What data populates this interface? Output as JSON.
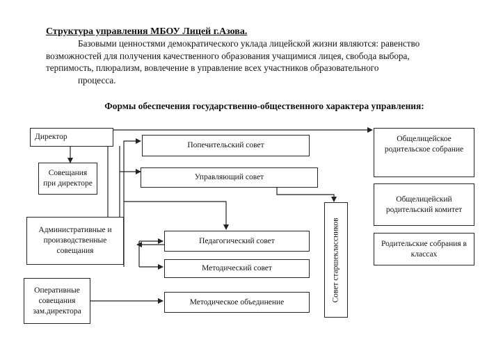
{
  "header": {
    "title": "Структура управления МБОУ Лицей г.Азова.",
    "paragraph_lines": [
      "Базовыми ценностями демократического уклада лицейской жизни являются: равенство",
      "возможностей для получения качественного образования учащимися лицея, свобода выбора,",
      "терпимость, плюрализм, вовлечение в управление всех участников образовательного",
      "процесса."
    ],
    "subtitle": "Формы обеспечения государственно-общественного характера управления:"
  },
  "nodes": {
    "director": "Директор",
    "meetings_director": "Совещания при директоре",
    "admin_meetings": "Административные и производственные совещания",
    "operational_meetings": "Оперативные совещания зам.директора",
    "board_trustees": "Попечительский совет",
    "governing_council": "Управляющий совет",
    "pedagogical_council": "Педагогический совет",
    "methodical_council": "Методический  совет",
    "methodical_association": "Методическое объединение",
    "senior_students_council": "Совет старшеклассников",
    "general_parent_meeting": "Общелицейское родительское собрание",
    "general_parent_committee": "Общелицейский родительский комитет",
    "class_parent_meetings": "Родительские собрания в классах"
  }
}
